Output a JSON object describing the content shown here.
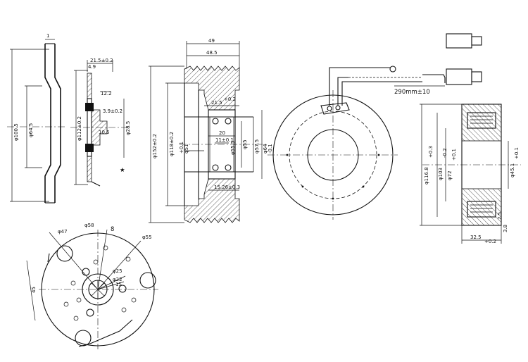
{
  "side_profile": {
    "dim_top": "1",
    "dim_outer": "φ100.5",
    "dim_inner": "φ64.5"
  },
  "hub_section": {
    "dim_width": "21.5±0.2",
    "dim_small": "4.9",
    "dim_step": "12.2",
    "dim_spline": "3.9±0.2",
    "dim_bore_depth": "10.5",
    "dim_outer": "φ112±0.2",
    "dim_flange": "φ28.5",
    "marker": "★"
  },
  "pulley_section": {
    "dim_width": "49",
    "dim_groove_width": "48.5",
    "dim_bearing_offset": "21.5",
    "dim_bearing_offset_tol": "+0.2",
    "dim_bearing_width": "20",
    "dim_inner_width": "11±0.1",
    "dim_gap": "15.26±0.3",
    "dim_outer": "φ152±0.2",
    "dim_rim": "φ118±0.2",
    "dim_bore": "φ51",
    "dim_bore_tol": "+0.1",
    "dim_shaft": "φ55",
    "dim_bearing_od": "φ55.5",
    "dim_bearing_id": "φ57.5",
    "dim_race": "φ64",
    "dim_race_tol": "-0.1"
  },
  "coil_front": {
    "connector_label": "290mm±10"
  },
  "coil_section": {
    "dim_outer": "φ116.8",
    "dim_outer_tol": "+0.3",
    "dim_mid": "φ103",
    "dim_mid_tol": "-0.2",
    "dim_inner": "φ72",
    "dim_inner_tol": "+0.1",
    "dim_bore": "φ45.1",
    "dim_bore_tol": "+0.1",
    "dim_depth": "32.5",
    "dim_depth_tol": "+0.2",
    "dim_small1": "3.8",
    "dim_small2": "2.5"
  },
  "plate_front": {
    "dim_a": "φ58",
    "dim_b": "8",
    "dim_c": "φ55",
    "dim_d": "φ47",
    "dim_e": "45",
    "dim_f": "φ25",
    "dim_g": "φ22",
    "dim_h": "15"
  }
}
